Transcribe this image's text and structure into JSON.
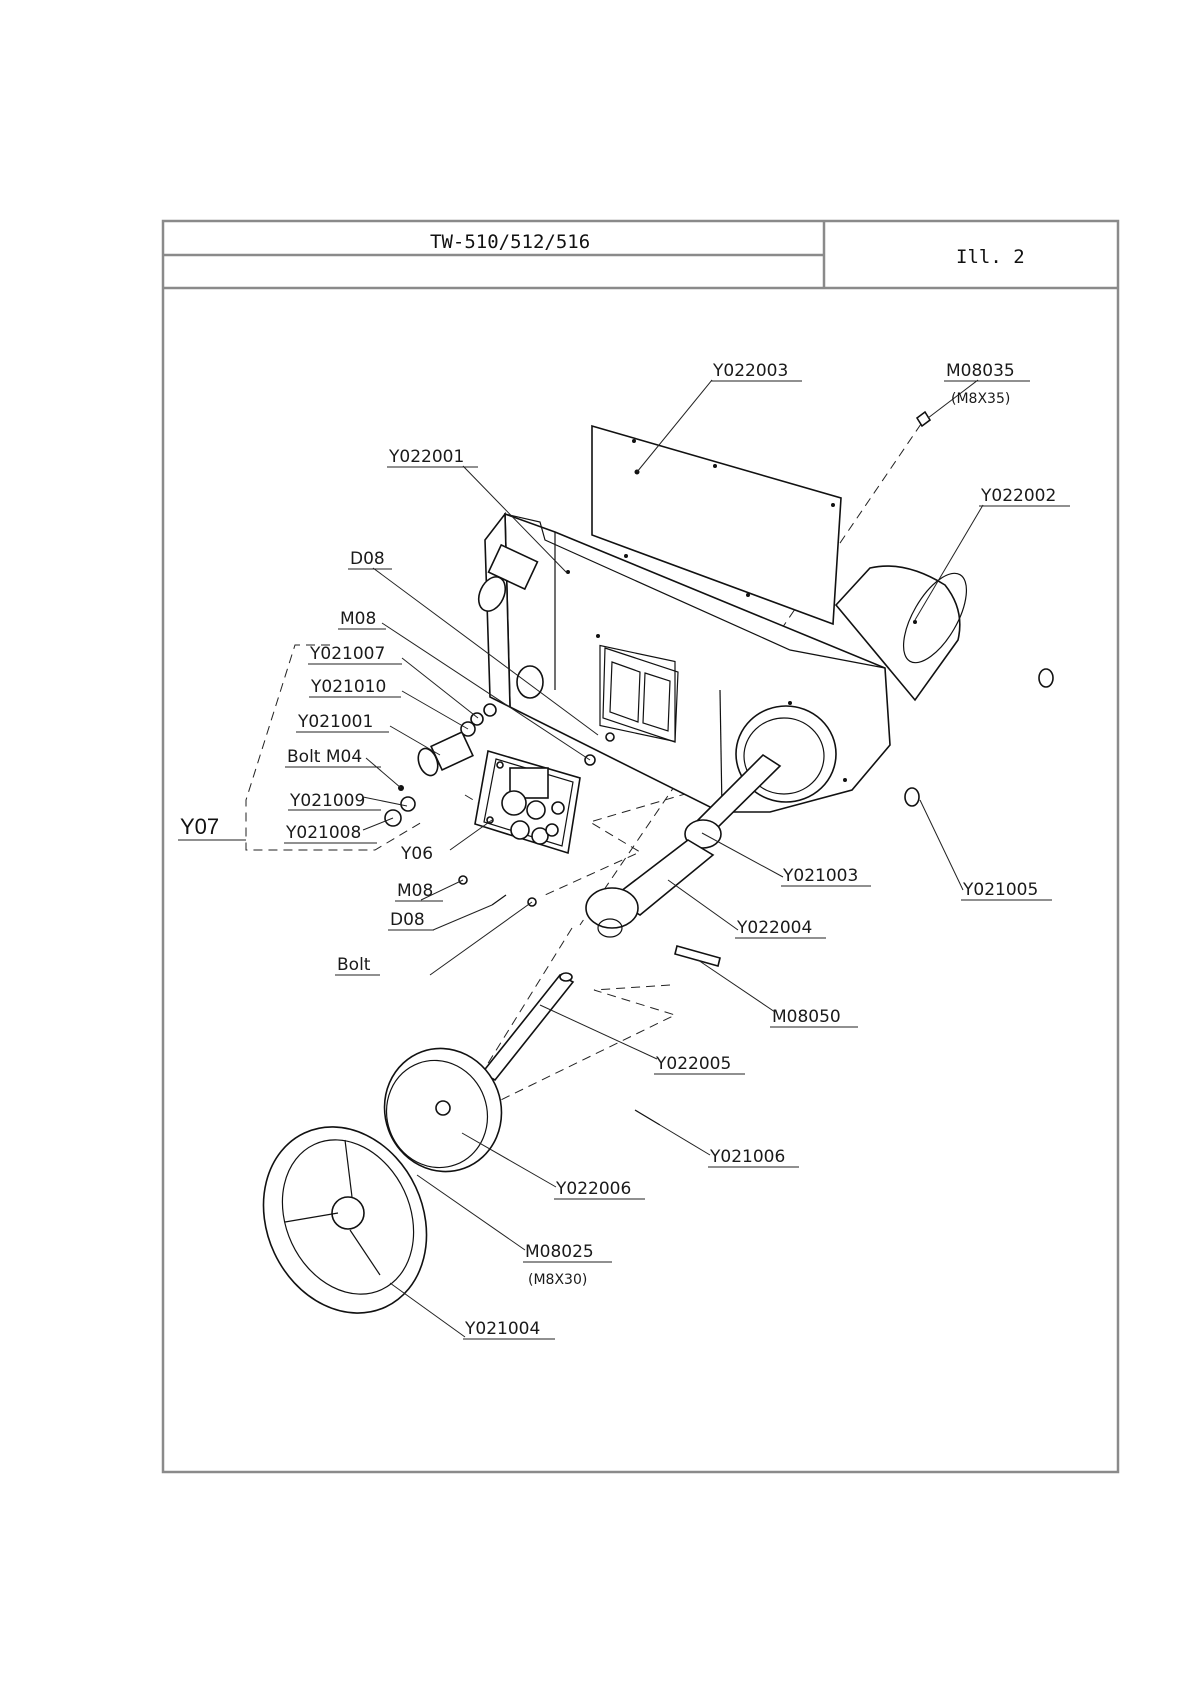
{
  "title_block": {
    "model": "TW-510/512/516",
    "illustration": "Ill. 2"
  },
  "labels": {
    "y022003": "Y022003",
    "m08035": "M08035",
    "m08035_size": "(M8X35)",
    "y022001": "Y022001",
    "y022002": "Y022002",
    "d08_top": "D08",
    "m08_top": "M08",
    "y021007": "Y021007",
    "y021010": "Y021010",
    "y021001": "Y021001",
    "bolt_m04": "Bolt M04",
    "y021009": "Y021009",
    "y07": "Y07",
    "y021008": "Y021008",
    "y06": "Y06",
    "y021003": "Y021003",
    "y021005": "Y021005",
    "m08_low": "M08",
    "d08_low": "D08",
    "y022004": "Y022004",
    "bolt": "Bolt",
    "m08050": "M08050",
    "y022005": "Y022005",
    "y021006": "Y021006",
    "y022006": "Y022006",
    "m08025": "M08025",
    "m08025_size": "(M8X30)",
    "y021004": "Y021004"
  }
}
